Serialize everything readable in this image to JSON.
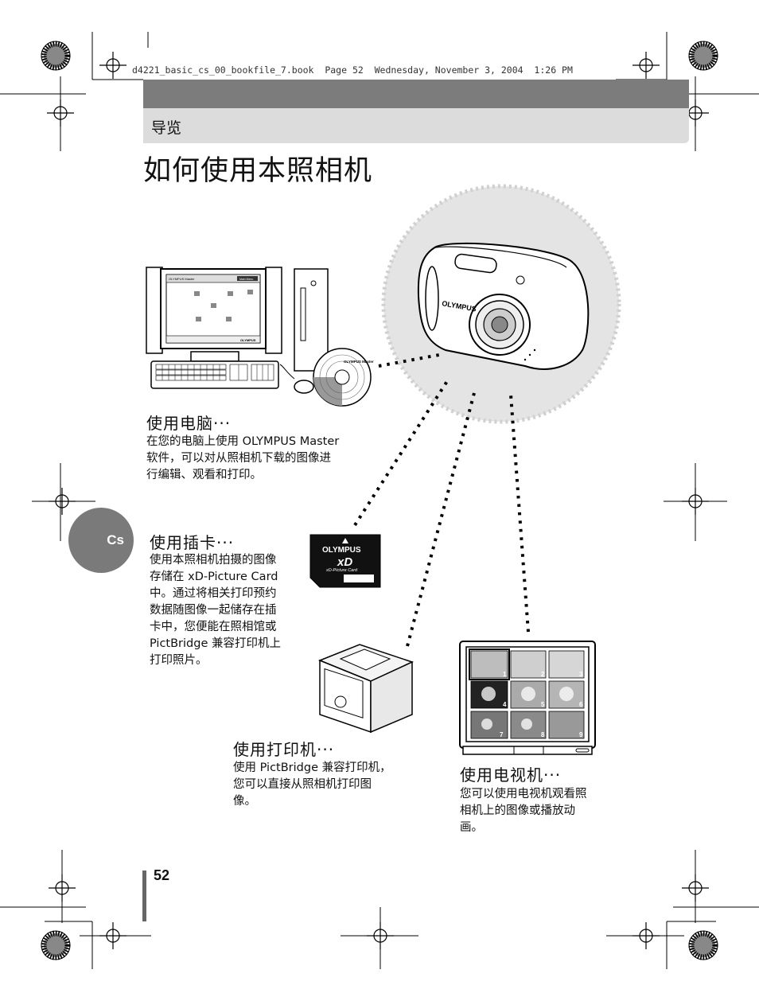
{
  "print_header": "d4221_basic_cs_00_bookfile_7.book  Page 52  Wednesday, November 3, 2004  1:26 PM",
  "section_label": "导览",
  "page_title": "如何使用本照相机",
  "language_tab": "Cs",
  "page_number": "52",
  "features": {
    "computer": {
      "title": "使用电脑···",
      "lines": [
        "在您的电脑上使用 OLYMPUS Master",
        "软件，可以对从照相机下载的图像进",
        "行编辑、观看和打印。"
      ]
    },
    "card": {
      "title": "使用插卡···",
      "lines": [
        "使用本照相机拍摄的图像",
        "存储在 xD-Picture Card",
        "中。通过将相关打印预约",
        "数据随图像一起储存在插",
        "卡中，您便能在照相馆或",
        "PictBridge 兼容打印机上",
        "打印照片。"
      ]
    },
    "printer": {
      "title": "使用打印机···",
      "lines": [
        "使用 PictBridge 兼容打印机，",
        "您可以直接从照相机打印图",
        "像。"
      ]
    },
    "tv": {
      "title": "使用电视机···",
      "lines": [
        "您可以使用电视机观看照",
        "相机上的图像或播放动",
        "画。"
      ]
    }
  },
  "illustration_text": {
    "monitor_app_title": "OLYMPUS Master",
    "monitor_button": "Main Menu",
    "monitor_brand": "OLYMPUS",
    "cd_label": "OLYMPUS Master",
    "camera_brand": "OLYMPUS",
    "card_brand": "OLYMPUS",
    "card_logo": "xD",
    "card_subtitle": "xD-Picture Card",
    "tv_thumbnail_numbers": [
      "1",
      "2",
      "3",
      "4",
      "5",
      "6",
      "7",
      "8",
      "9"
    ]
  },
  "colors": {
    "band_dark": "#7c7c7c",
    "band_light": "#dcdcdc",
    "tab": "#7a7a7a",
    "halo": "#e4e4e4"
  }
}
